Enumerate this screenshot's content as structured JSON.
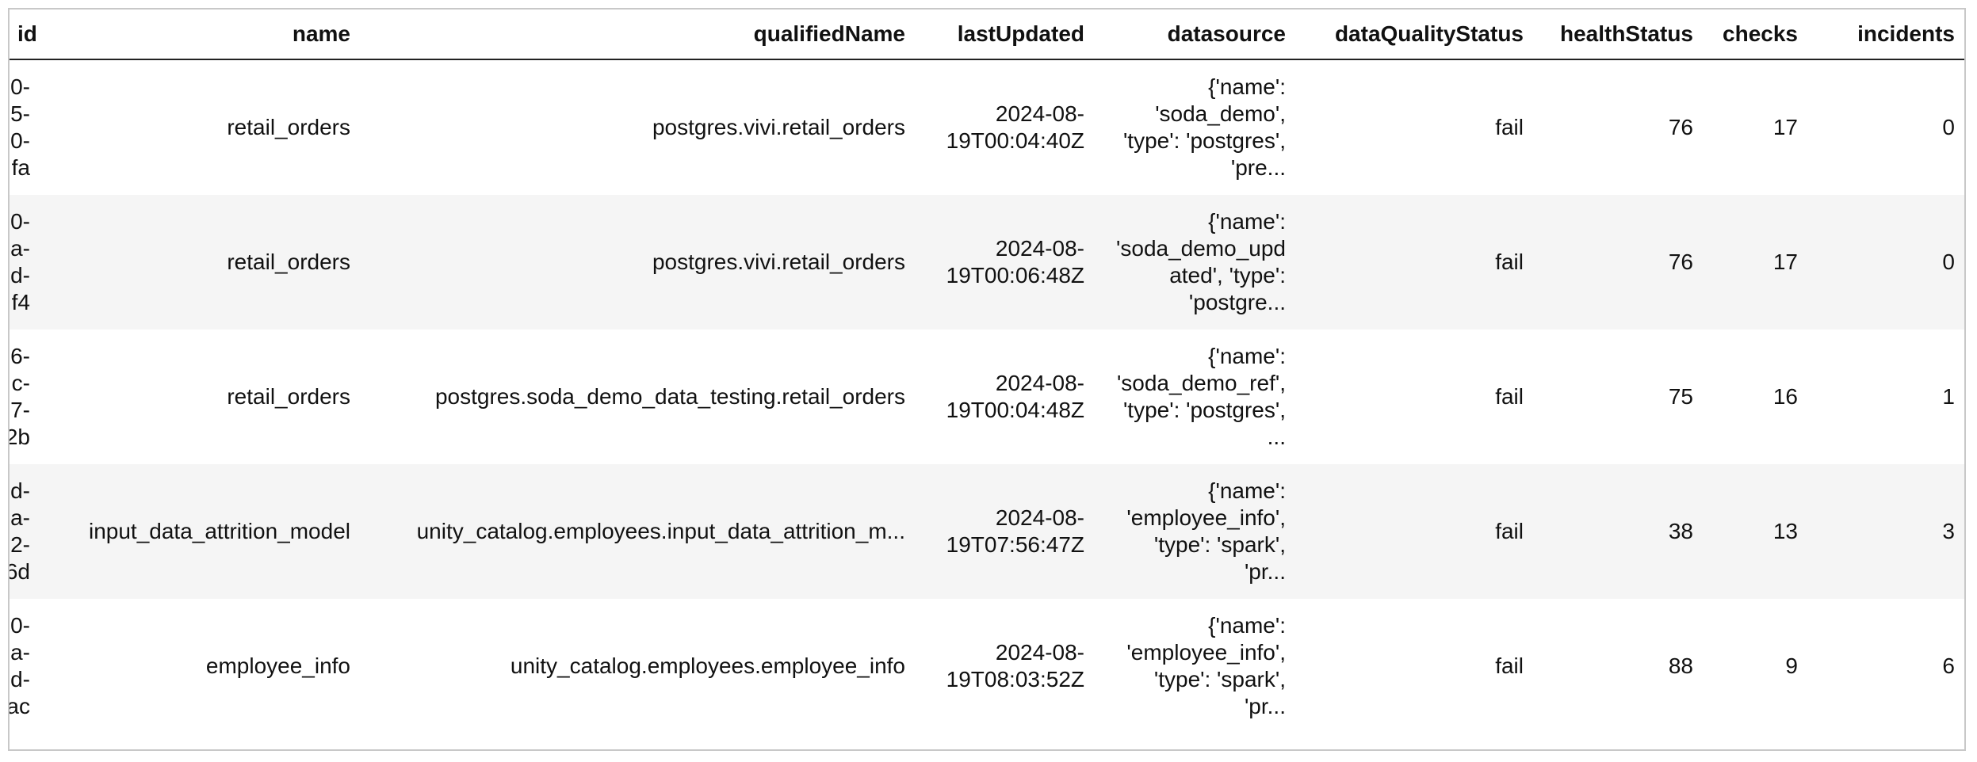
{
  "columns": [
    {
      "key": "id",
      "label": "id"
    },
    {
      "key": "name",
      "label": "name"
    },
    {
      "key": "qualifiedName",
      "label": "qualifiedName"
    },
    {
      "key": "lastUpdated",
      "label": "lastUpdated"
    },
    {
      "key": "datasource",
      "label": "datasource"
    },
    {
      "key": "dataQualityStatus",
      "label": "dataQualityStatus"
    },
    {
      "key": "healthStatus",
      "label": "healthStatus"
    },
    {
      "key": "checks",
      "label": "checks"
    },
    {
      "key": "incidents",
      "label": "incidents"
    }
  ],
  "rows": [
    {
      "id": "0-\n5-\n0-\nfa",
      "name": "retail_orders",
      "qualifiedName": "postgres.vivi.retail_orders",
      "lastUpdated": "2024-08-19T00:04:40Z",
      "datasource": "{'name': 'soda_demo', 'type': 'postgres', 'pre...",
      "dataQualityStatus": "fail",
      "healthStatus": "76",
      "checks": "17",
      "incidents": "0"
    },
    {
      "id": "0-\na-\nd-\nf4",
      "name": "retail_orders",
      "qualifiedName": "postgres.vivi.retail_orders",
      "lastUpdated": "2024-08-19T00:06:48Z",
      "datasource": "{'name': 'soda_demo_updated', 'type': 'postgre...",
      "dataQualityStatus": "fail",
      "healthStatus": "76",
      "checks": "17",
      "incidents": "0"
    },
    {
      "id": "6-\nc-\n7-\n2b",
      "name": "retail_orders",
      "qualifiedName": "postgres.soda_demo_data_testing.retail_orders",
      "lastUpdated": "2024-08-19T00:04:48Z",
      "datasource": "{'name': 'soda_demo_ref', 'type': 'postgres', ...",
      "dataQualityStatus": "fail",
      "healthStatus": "75",
      "checks": "16",
      "incidents": "1"
    },
    {
      "id": "d-\na-\n2-\n6d",
      "name": "input_data_attrition_model",
      "qualifiedName": "unity_catalog.employees.input_data_attrition_m...",
      "lastUpdated": "2024-08-19T07:56:47Z",
      "datasource": "{'name': 'employee_info', 'type': 'spark', 'pr...",
      "dataQualityStatus": "fail",
      "healthStatus": "38",
      "checks": "13",
      "incidents": "3"
    },
    {
      "id": "0-\na-\nd-\nac",
      "name": "employee_info",
      "qualifiedName": "unity_catalog.employees.employee_info",
      "lastUpdated": "2024-08-19T08:03:52Z",
      "datasource": "{'name': 'employee_info', 'type': 'spark', 'pr...",
      "dataQualityStatus": "fail",
      "healthStatus": "88",
      "checks": "9",
      "incidents": "6"
    }
  ]
}
